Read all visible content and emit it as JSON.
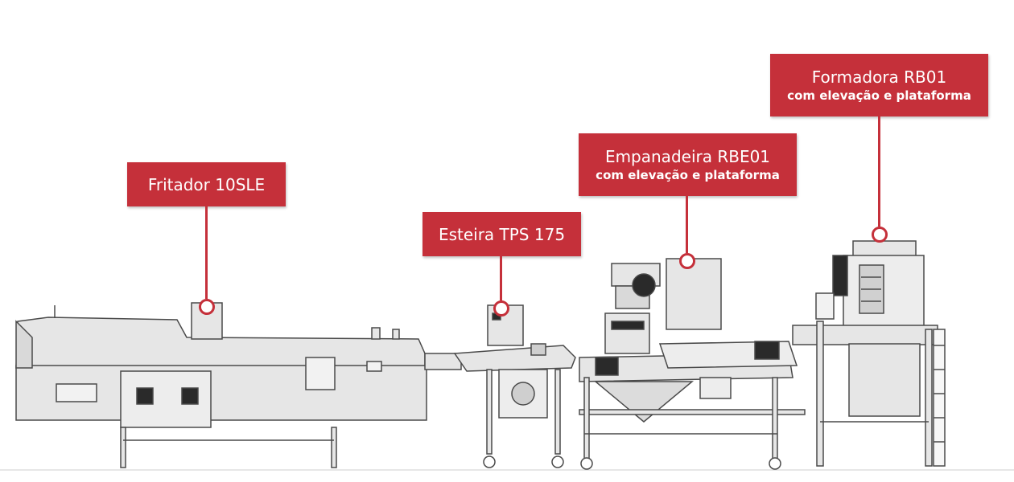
{
  "labels": {
    "fritador": {
      "title": "Fritador 10SLE"
    },
    "esteira": {
      "title": "Esteira TPS 175"
    },
    "empanadeira": {
      "title": "Empanadeira RBE01",
      "subtitle": "com elevação e plataforma"
    },
    "formadora": {
      "title": "Formadora RB01",
      "subtitle": "com elevação e plataforma"
    }
  },
  "colors": {
    "accent": "#c5303a",
    "machine_body": "#e6e6e6",
    "machine_line": "#4a4a4a",
    "machine_dark": "#2a2a2a"
  }
}
